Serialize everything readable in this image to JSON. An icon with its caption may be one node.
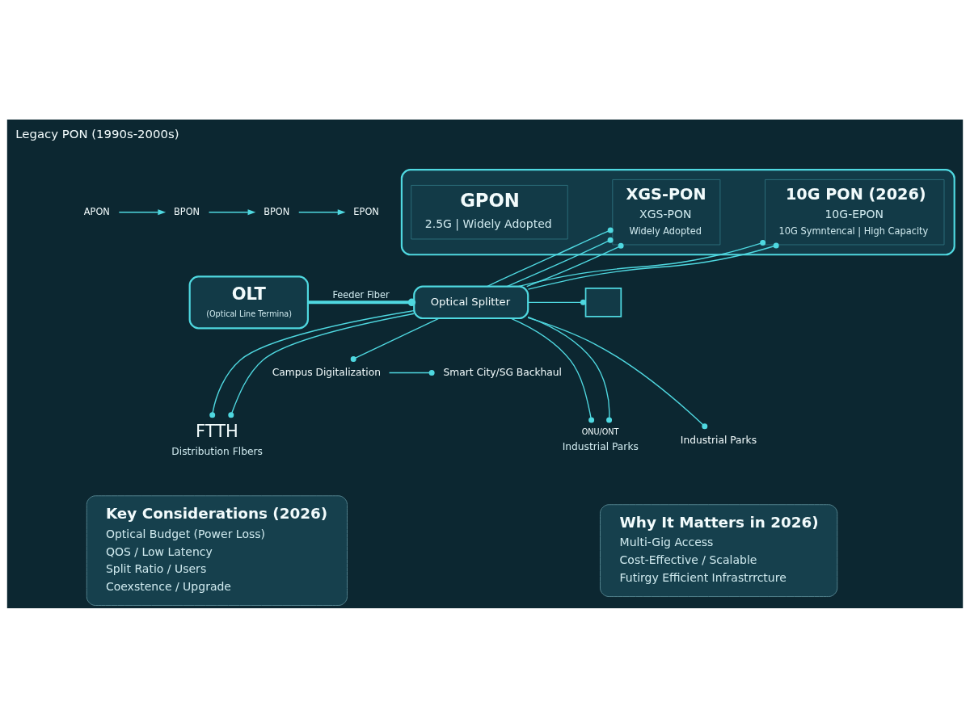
{
  "diagram": {
    "nodes": [
      {
        "text": [
          "APON"
        ]
      },
      {
        "text": [
          "BPON"
        ]
      },
      {
        "text": [
          "BPON"
        ]
      },
      {
        "text": [
          "EPON"
        ]
      },
      {
        "text": [],
        "shape": "box"
      },
      {
        "text": [
          "GPON",
          "2.5G | Widely Adopted"
        ],
        "in": 4
      },
      {
        "text": [
          "XGS-PON",
          "XGS-PON",
          "Widely Adopted"
        ],
        "in": 4
      },
      {
        "text": [
          "10G PON (2026)",
          "10G-EPON",
          "10G Symntencal | High Capacity"
        ],
        "in": 4
      },
      {
        "text": [],
        "shape": "box"
      },
      {
        "text": [
          "OLT",
          "(Optical Line Termina)"
        ]
      },
      {
        "text": [
          "Optical Splitter"
        ]
      },
      {
        "text": [
          "Campus Digitalization"
        ]
      },
      {
        "text": [
          "Smart City/SG Backhaul"
        ]
      },
      {
        "text": [
          "FTTH",
          "Distribution Flbers"
        ]
      },
      {
        "text": [
          "ONU/ONT",
          "Industrial Parks"
        ]
      },
      {
        "text": [
          "Industrial Parks"
        ]
      },
      {
        "text": [
          "Key Considerations (2026)",
          "Optical Budget (Power Loss)",
          "QOS / Low Latency",
          "Split Ratio / Users",
          "Coexstence / Upgrade"
        ]
      },
      {
        "text": [
          "Why It Matters in 2026)",
          "Multi-Gig Access",
          "Cost-Effective / Scalable",
          "Futirgy Efficient Infrastrrcture"
        ]
      }
    ],
    "edges": [
      {
        "from": 0,
        "to": 1,
        "arrow": "to"
      },
      {
        "from": 1,
        "to": 2,
        "arrow": "to"
      },
      {
        "from": 2,
        "to": 3,
        "arrow": "to"
      },
      {
        "from": 9,
        "to": 10,
        "arrow": "other",
        "label": "Feeder Fiber",
        "style": "thick"
      },
      {
        "from": 10,
        "to": 6,
        "arrow": "other"
      },
      {
        "from": 10,
        "to": 6,
        "arrow": "other"
      },
      {
        "from": 10,
        "to": 6,
        "arrow": "other"
      },
      {
        "from": 10,
        "to": 7,
        "arrow": "other"
      },
      {
        "from": 10,
        "to": 7,
        "arrow": "other"
      },
      {
        "from": 10,
        "to": 8,
        "arrow": "other"
      },
      {
        "from": 10,
        "to": 11,
        "arrow": "other"
      },
      {
        "from": 11,
        "to": 12,
        "arrow": "other"
      },
      {
        "from": 10,
        "to": 13,
        "arrow": "other"
      },
      {
        "from": 10,
        "to": 13,
        "arrow": "other"
      },
      {
        "from": 10,
        "to": 14,
        "arrow": "other"
      },
      {
        "from": 10,
        "to": 14,
        "arrow": "other"
      },
      {
        "from": 10,
        "to": 15,
        "arrow": "other"
      }
    ],
    "labels": [
      "Legacy PON (1990s-2000s)"
    ]
  }
}
